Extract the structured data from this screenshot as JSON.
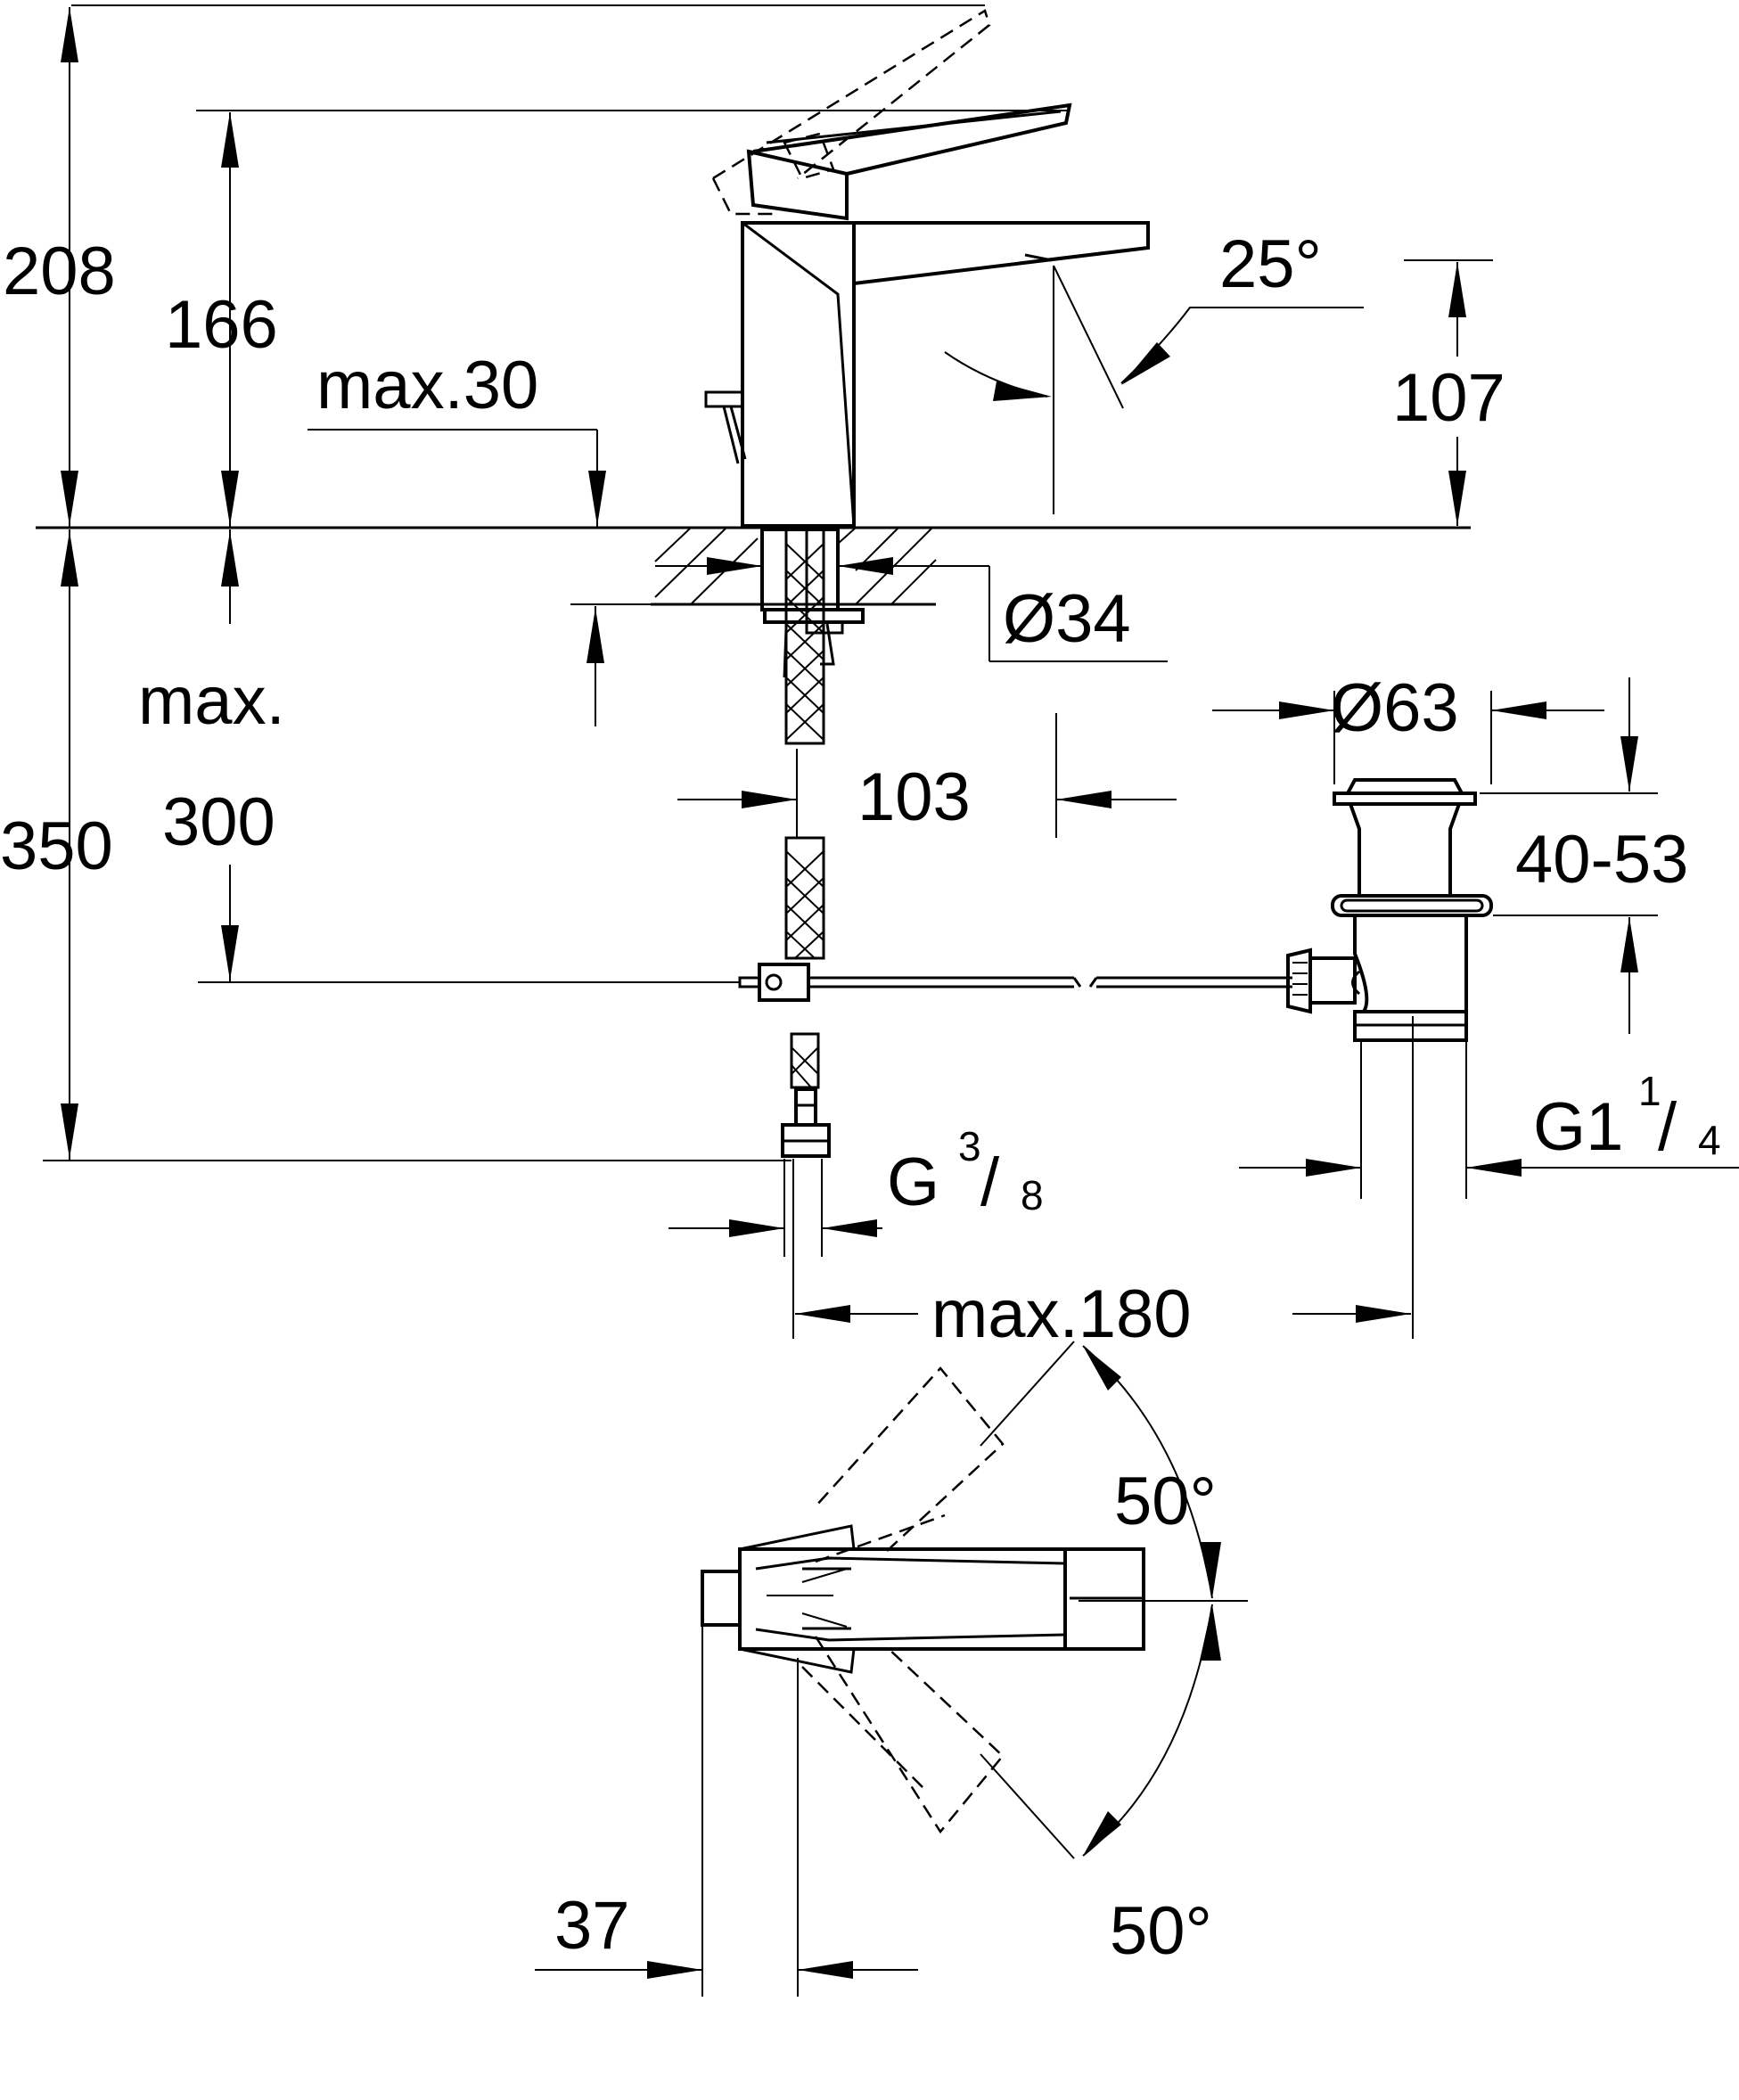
{
  "dimensions": {
    "d208": "208",
    "d166": "166",
    "max30": "max.30",
    "d25deg": "25°",
    "d107": "107",
    "dia34": "Ø34",
    "max_label": "max.",
    "d300": "300",
    "d350": "350",
    "d103": "103",
    "dia63": "Ø63",
    "d40_53": "40-53",
    "g114_main": "G1",
    "g114_num": "1",
    "g114_den": "4",
    "g38_main": "G",
    "g38_num": "3",
    "g38_den": "8",
    "max180": "max.180",
    "d50deg_top": "50°",
    "d50deg_bottom": "50°",
    "d37": "37"
  }
}
